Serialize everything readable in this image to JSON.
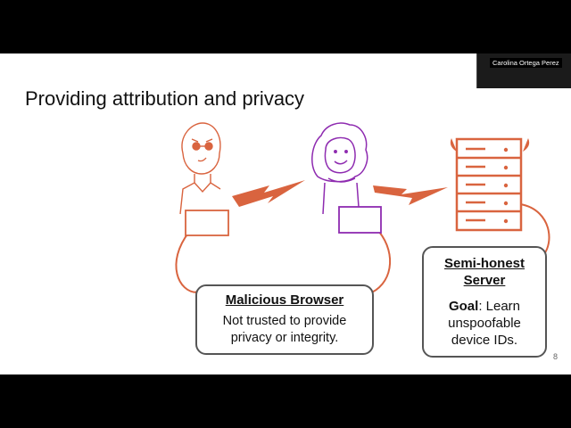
{
  "slide": {
    "title": "Providing attribution and privacy",
    "page_number": "8"
  },
  "speaker": {
    "name": "Carolina Ortega Perez"
  },
  "browser_box": {
    "heading": "Malicious Browser",
    "desc_line1": "Not trusted to provide",
    "desc_line2": "privacy or integrity."
  },
  "server_box": {
    "heading_line1": "Semi-honest",
    "heading_line2": "Server",
    "goal_label": "Goal",
    "goal_text": ": Learn",
    "desc_line2": "unspoofable",
    "desc_line3": "device IDs."
  },
  "colors": {
    "accent_orange": "#d9643f",
    "user_purple": "#8e2bb0",
    "box_border": "#555555"
  }
}
